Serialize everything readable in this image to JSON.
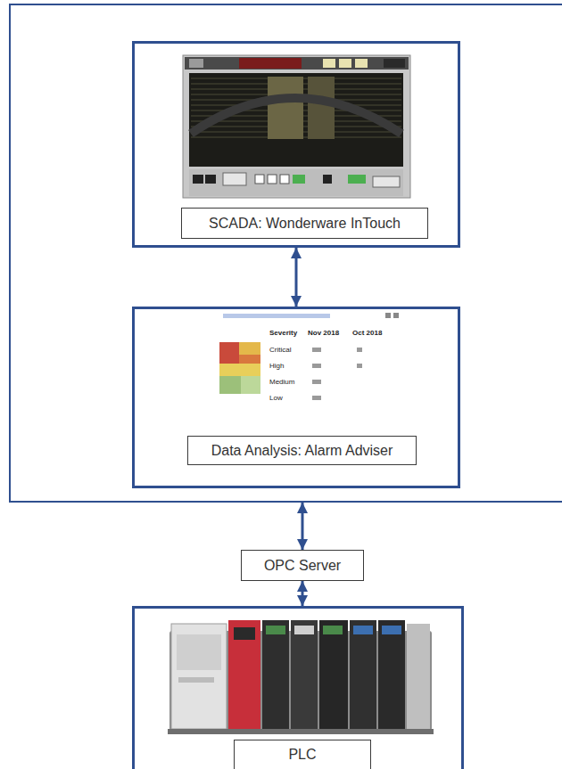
{
  "diagram": {
    "nodes": [
      {
        "text": []
      },
      {
        "text": [
          "SCADA: Wonderware InTouch"
        ],
        "in": 0
      },
      {
        "text": [
          "Data Analysis: Alarm Adviser"
        ],
        "in": 0
      },
      {
        "text": [
          "OPC Server"
        ]
      },
      {
        "text": [
          "PLC"
        ]
      }
    ],
    "edges": [
      {
        "from": 1,
        "to": 2,
        "arrow": "both"
      },
      {
        "from": 0,
        "to": 3,
        "arrow": "both"
      },
      {
        "from": 3,
        "to": 4,
        "arrow": "both"
      }
    ],
    "labels": [
      "Severity",
      "Nov 2018",
      "Oct 2018",
      "Critical",
      "High",
      "Medium",
      "Low"
    ]
  }
}
